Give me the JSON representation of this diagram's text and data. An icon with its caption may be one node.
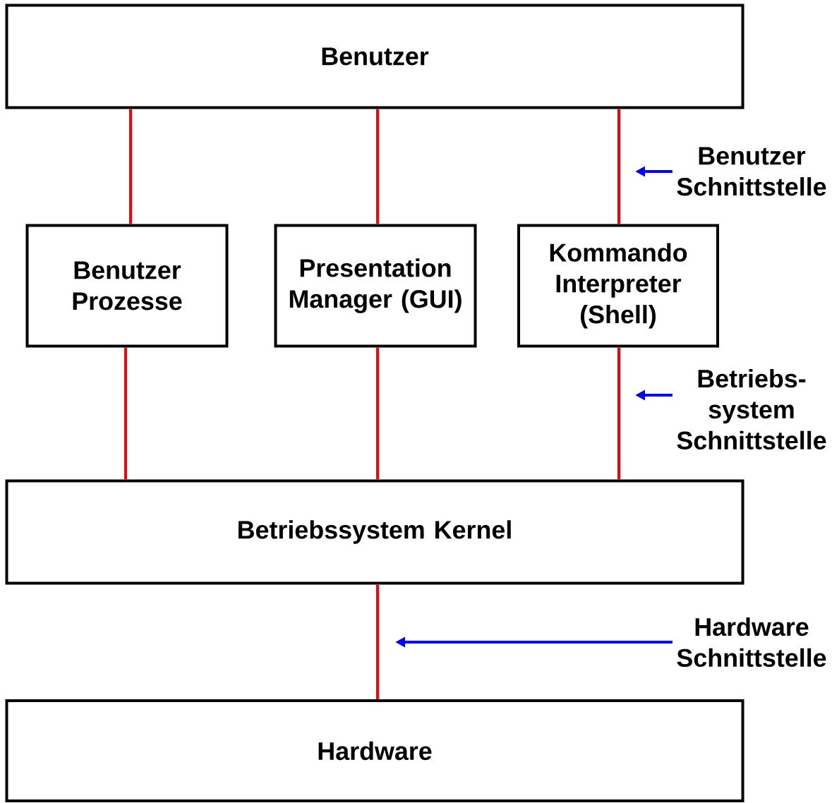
{
  "diagram": {
    "nodes": [
      {
        "text": [
          "Benutzer"
        ]
      },
      {
        "text": [
          "Benutzer Prozesse"
        ]
      },
      {
        "text": [
          "Presentation Manager (GUI)"
        ]
      },
      {
        "text": [
          "Kommando Interpreter (Shell)"
        ]
      },
      {
        "text": [
          "Betriebssystem Kernel"
        ]
      },
      {
        "text": [
          "Hardware"
        ]
      },
      {
        "text": [
          "Benutzer Schnittstelle"
        ]
      },
      {
        "text": [
          "Betriebs- system Schnittstelle"
        ]
      },
      {
        "text": [
          "Hardware Schnittstelle"
        ]
      }
    ],
    "edges": [
      {
        "from": 0,
        "to": 1,
        "arrow": "none"
      },
      {
        "from": 0,
        "to": 2,
        "arrow": "none"
      },
      {
        "from": 0,
        "to": 3,
        "arrow": "none"
      },
      {
        "from": 1,
        "to": 4,
        "arrow": "none"
      },
      {
        "from": 2,
        "to": 4,
        "arrow": "none"
      },
      {
        "from": 3,
        "to": 4,
        "arrow": "none"
      },
      {
        "from": 4,
        "to": 5,
        "arrow": "none"
      },
      {
        "from": 6,
        "to": null,
        "arrow": "to",
        "color": "#0000ff"
      },
      {
        "from": 7,
        "to": null,
        "arrow": "to",
        "color": "#0000ff"
      },
      {
        "from": 8,
        "to": null,
        "arrow": "to",
        "color": "#0000ff"
      }
    ]
  }
}
